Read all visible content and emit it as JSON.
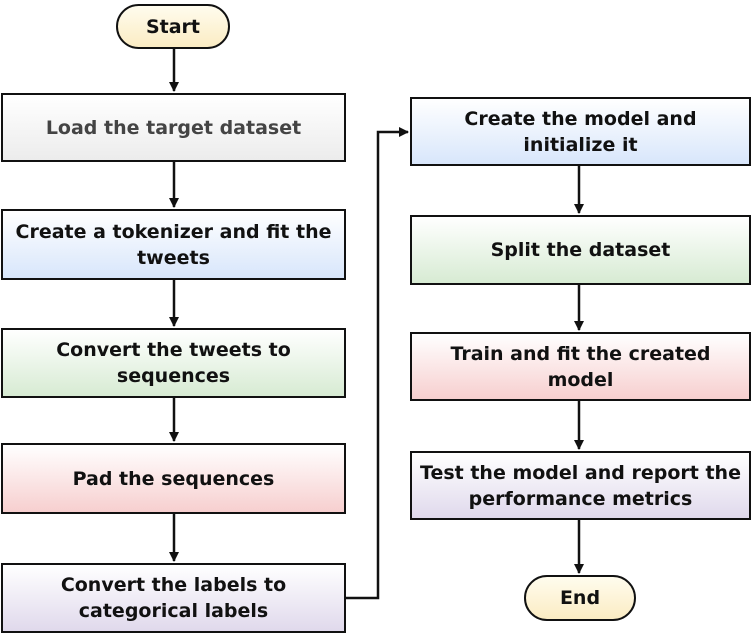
{
  "nodes": {
    "start": "Start",
    "load": "Load the target dataset",
    "tokenizer": "Create a tokenizer and fit the tweets",
    "convert_tweets": "Convert the tweets to sequences",
    "pad": "Pad the sequences",
    "convert_labels": "Convert the labels to categorical labels",
    "create_model": "Create the model and initialize it",
    "split": "Split the dataset",
    "train": "Train and fit the created model",
    "test": "Test the model and report the performance metrics",
    "end": "End"
  },
  "colors": {
    "stroke": "#111111",
    "terminal_fill": "#fbecc3",
    "grey_fill": "#ececec",
    "blue_fill": "#d8e6fb",
    "green_fill": "#d7ebd3",
    "red_fill": "#f7cfcf",
    "purple_fill": "#e0d9ec"
  }
}
